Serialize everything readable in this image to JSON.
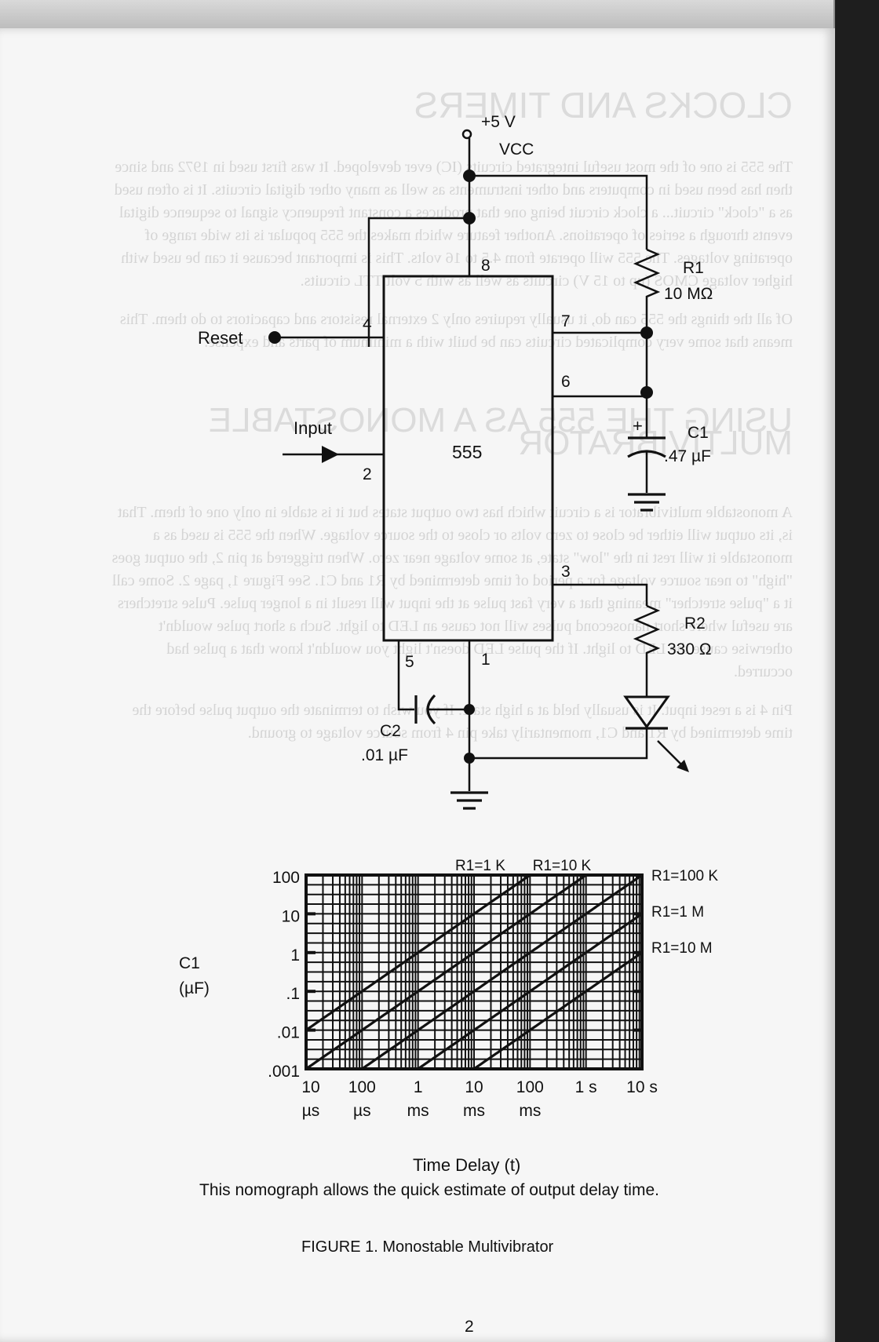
{
  "circuit": {
    "supply_label": "+5 V",
    "vcc_label": "VCC",
    "chip_label": "555",
    "reset_label": "Reset",
    "input_label": "Input",
    "pins": {
      "p8": "8",
      "p4": "4",
      "p7": "7",
      "p6": "6",
      "p2": "2",
      "p3": "3",
      "p5": "5",
      "p1": "1"
    },
    "r1_name": "R1",
    "r1_value": "10 MΩ",
    "c1_name": "C1",
    "c1_value": ".47 µF",
    "c1_polarity": "+",
    "r2_name": "R2",
    "r2_value": "330 Ω",
    "c2_name": "C2",
    "c2_value": ".01 µF"
  },
  "chart_data": {
    "type": "line",
    "x_axis": {
      "scale": "log",
      "ticks": [
        {
          "line1": "10",
          "line2": "µs"
        },
        {
          "line1": "100",
          "line2": "µs"
        },
        {
          "line1": "1",
          "line2": "ms"
        },
        {
          "line1": "10",
          "line2": "ms"
        },
        {
          "line1": "100",
          "line2": "ms"
        },
        {
          "line1": "1 s",
          "line2": ""
        },
        {
          "line1": "10 s",
          "line2": ""
        }
      ],
      "label": "Time Delay (t)"
    },
    "y_axis": {
      "scale": "log",
      "ticks": [
        "100",
        "10",
        "1",
        ".1",
        ".01",
        ".001"
      ],
      "label_line1": "C1",
      "label_line2": "(µF)"
    },
    "series": [
      {
        "name": "R1=1 K",
        "decade_offset": 3
      },
      {
        "name": "R1=10 K",
        "decade_offset": 2
      },
      {
        "name": "R1=100 K",
        "decade_offset": 1
      },
      {
        "name": "R1=1 M",
        "decade_offset": 0
      },
      {
        "name": "R1=10 M",
        "decade_offset": -1
      }
    ]
  },
  "caption": {
    "nomograph_note": "This nomograph allows the quick estimate of output delay time.",
    "figure": "FIGURE 1.  Monostable Multivibrator"
  },
  "page_number": "2",
  "bleed_through": {
    "heading1": "CLOCKS AND TIMERS",
    "para1": "The 555 is one of the most useful integrated circuits (IC) ever developed. It was first used in 1972 and since then has been used in computers and other instruments as well as many other digital circuits. It is often used as a \"clock\" circuit... a clock circuit being one that produces a constant frequency signal to sequence digital events through a series of operations. Another feature which makes the 555 popular is its wide range of operating voltages. The 555 will operate from 4.5 to 16 volts. This is important because it can be used with higher voltage CMOS (up to 15 V) circuits as well as with 5 volt TTL circuits.",
    "para2": "Of all the things the 555 can do, it usually requires only 2 external resistors and capacitors to do them. This means that some very complicated circuits can be built with a minimum of parts and expense.",
    "heading2": "USING THE 555 AS A MONOSTABLE MULTIVIBRATOR",
    "para3": "A monostable multivibrator is a circuit which has two output states but it is stable in only one of them. That is, its output will either be close to zero volts or close to the source voltage. When the 555 is used as a monostable it will rest in the \"low\" state, at some voltage near zero. When triggered at pin 2, the output goes \"high\" to near source voltage for a period of time determined by R1 and C1. See Figure 1, page 2. Some call it a \"pulse stretcher\" meaning that a very fast pulse at the input will result in a longer pulse. Pulse stretchers are useful where short nanosecond pulses will not cause an LED to light. Such a short pulse wouldn't otherwise cause the LED to light. If the pulse LED doesn't light you wouldn't know that a pulse had occurred.",
    "para4": "Pin 4 is a reset input. It is usually held at a high state. If you wish to terminate the output pulse before the time determined by R1 and C1, momentarily take pin 4 from source voltage to ground."
  }
}
